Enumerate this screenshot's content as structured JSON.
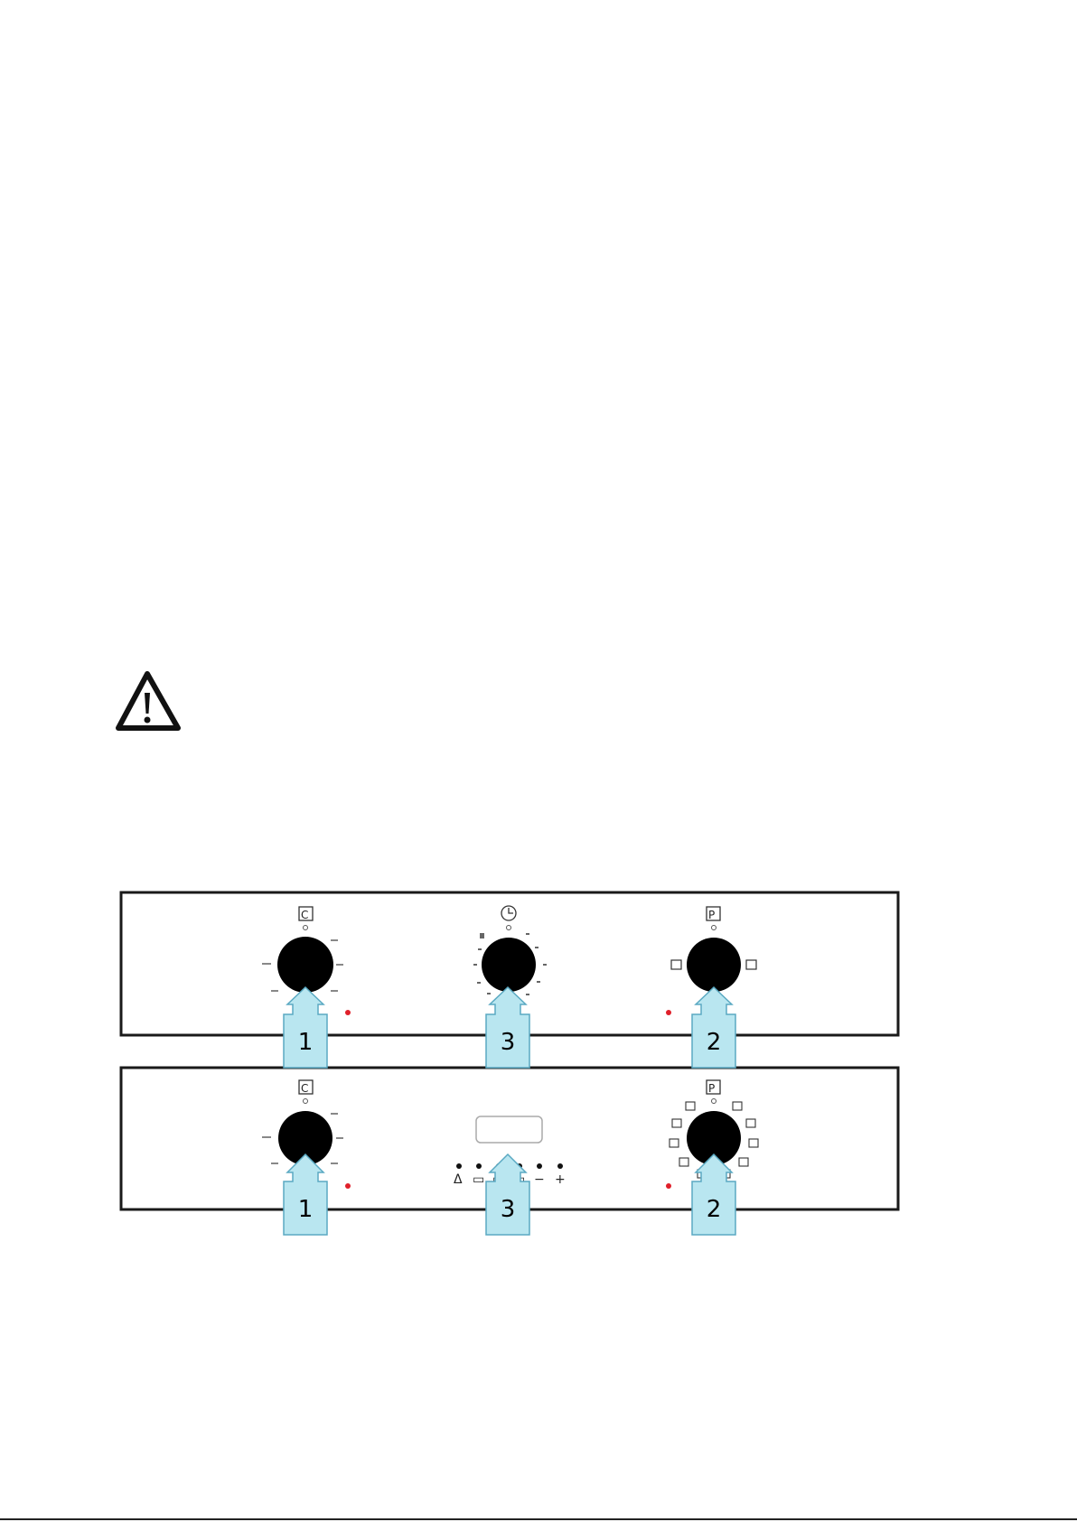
{
  "warning": {
    "icon": "warning-triangle-icon"
  },
  "colors": {
    "panel_border": "#1a1a1a",
    "knob": "#000000",
    "indicator_light": "#e0202a",
    "callout_fill": "#b9e6f0",
    "callout_stroke": "#5aa9c2"
  },
  "panels": [
    {
      "id": "panel-top",
      "callouts": [
        {
          "number": "1",
          "target": "thermostat-knob"
        },
        {
          "number": "3",
          "target": "timer-knob"
        },
        {
          "number": "2",
          "target": "function-selector-knob"
        }
      ],
      "knob_symbols": {
        "left": "thermometer-icon",
        "center": "clock-icon",
        "right": "function-icon"
      },
      "symbol_text": {
        "left": "C",
        "right": "P"
      }
    },
    {
      "id": "panel-bottom",
      "callouts": [
        {
          "number": "1",
          "target": "thermostat-knob"
        },
        {
          "number": "3",
          "target": "digital-programmer"
        },
        {
          "number": "2",
          "target": "function-selector-knob"
        }
      ],
      "knob_symbols": {
        "left": "thermometer-icon",
        "right": "function-icon"
      },
      "symbol_text": {
        "left": "C",
        "right": "P"
      },
      "programmer_buttons": [
        "Δ",
        "▭",
        "▭",
        "▭",
        "−",
        "+"
      ]
    }
  ]
}
